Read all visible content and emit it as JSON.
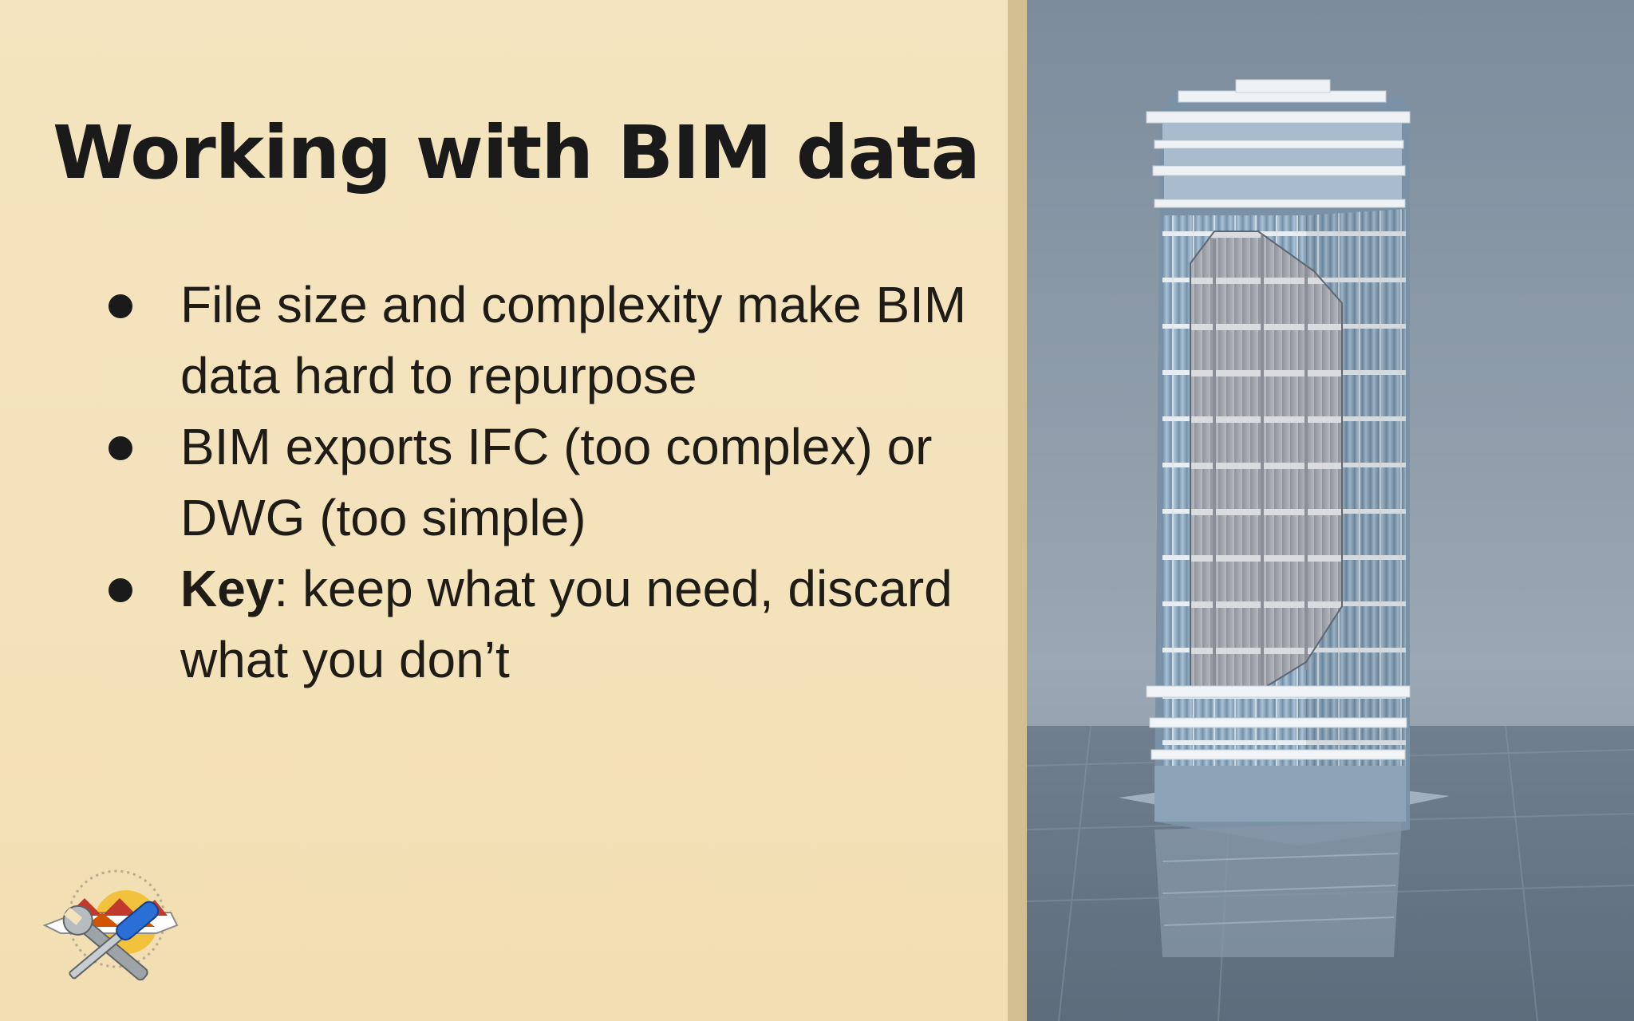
{
  "slide": {
    "title": "Working with BIM data",
    "bullets": [
      {
        "text": "File size and complexity make BIM data hard to repurpose",
        "bold_prefix": ""
      },
      {
        "text": "BIM exports IFC (too complex) or DWG (too simple)",
        "bold_prefix": ""
      },
      {
        "text": ": keep what you need, discard what you don’t",
        "bold_prefix": "Key"
      }
    ]
  },
  "image": {
    "subject": "building-cutaway-illustration"
  },
  "logo": {
    "icon": "fme-tools-logo-icon"
  },
  "colors": {
    "background": "#f3e3bd",
    "divider": "#d4bf92",
    "text": "#1a1a1a",
    "image_background": "#8d9cab"
  }
}
